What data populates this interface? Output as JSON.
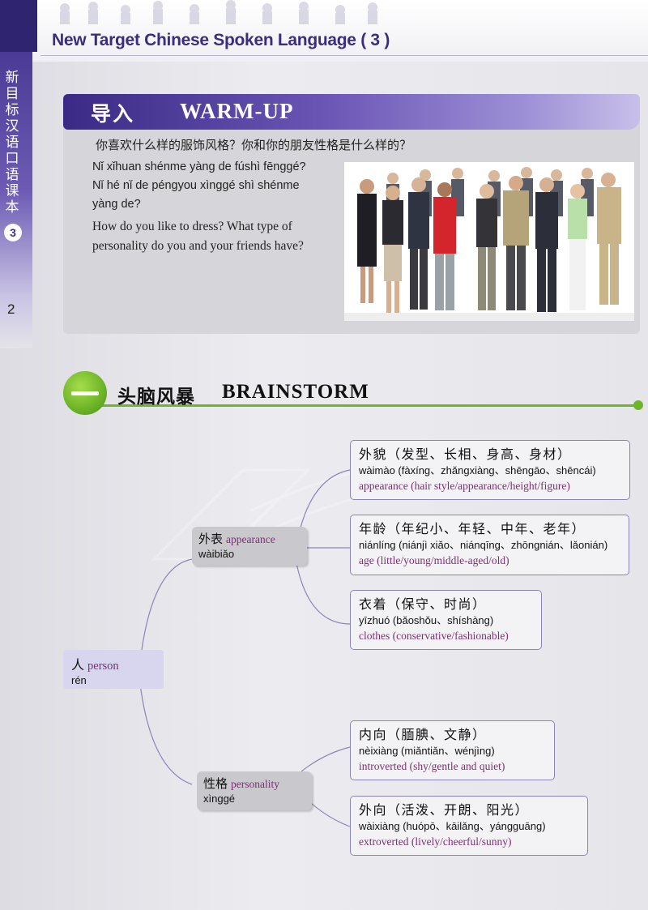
{
  "header": {
    "book_title": "New Target Chinese Spoken Language ( 3 )"
  },
  "sidebar": {
    "vertical_title": [
      "新",
      "目",
      "标",
      "汉",
      "语",
      "口",
      "语",
      "课",
      "本"
    ],
    "volume": "3",
    "page_number": "2"
  },
  "warmup": {
    "title_cn": "导入",
    "title_en": "WARM-UP",
    "question_cn": "你喜欢什么样的服饰风格？你和你的朋友性格是什么样的？",
    "pinyin_lines": [
      "Nǐ xǐhuan shénme yàng de fúshì fēnggé?",
      "Nǐ hé nǐ de péngyou xìnggé shì shénme",
      "yàng de?"
    ],
    "question_en": "How do you like to dress? What type of personality do you and your friends have?"
  },
  "brainstorm": {
    "title_cn": "头脑风暴",
    "title_en": "BRAINSTORM",
    "root": {
      "cn": "人",
      "en": "person",
      "pinyin": "rén"
    },
    "branches": [
      {
        "cn": "外表",
        "en": "appearance",
        "pinyin": "wàibiǎo",
        "leaves": [
          {
            "cn": "外貌（发型、长相、身高、身材）",
            "pinyin": "wàimào (fàxíng、zhǎngxiàng、shēngāo、shēncái)",
            "en": "appearance (hair style/appearance/height/figure)"
          },
          {
            "cn": "年龄（年纪小、年轻、中年、老年）",
            "pinyin": "niánlíng (niánjì xiǎo、niánqīng、zhōngnián、lǎonián)",
            "en": "age (little/young/middle-aged/old)"
          },
          {
            "cn": "衣着（保守、时尚）",
            "pinyin": "yīzhuó (bǎoshǒu、shíshàng)",
            "en": "clothes (conservative/fashionable)"
          }
        ]
      },
      {
        "cn": "性格",
        "en": "personality",
        "pinyin": "xìnggé",
        "leaves": [
          {
            "cn": "内向（腼腆、文静）",
            "pinyin": "nèixiàng (miǎntiǎn、wénjìng)",
            "en": "introverted (shy/gentle and quiet)"
          },
          {
            "cn": "外向（活泼、开朗、阳光）",
            "pinyin": "wàixiàng (huópō、kāilǎng、yángguāng)",
            "en": "extroverted (lively/cheerful/sunny)"
          }
        ]
      }
    ]
  },
  "colors": {
    "purple_dark": "#3a2a85",
    "purple_text": "#7b2f73",
    "green_accent": "#6fb52c",
    "node_grey": "#c9c9cd"
  }
}
